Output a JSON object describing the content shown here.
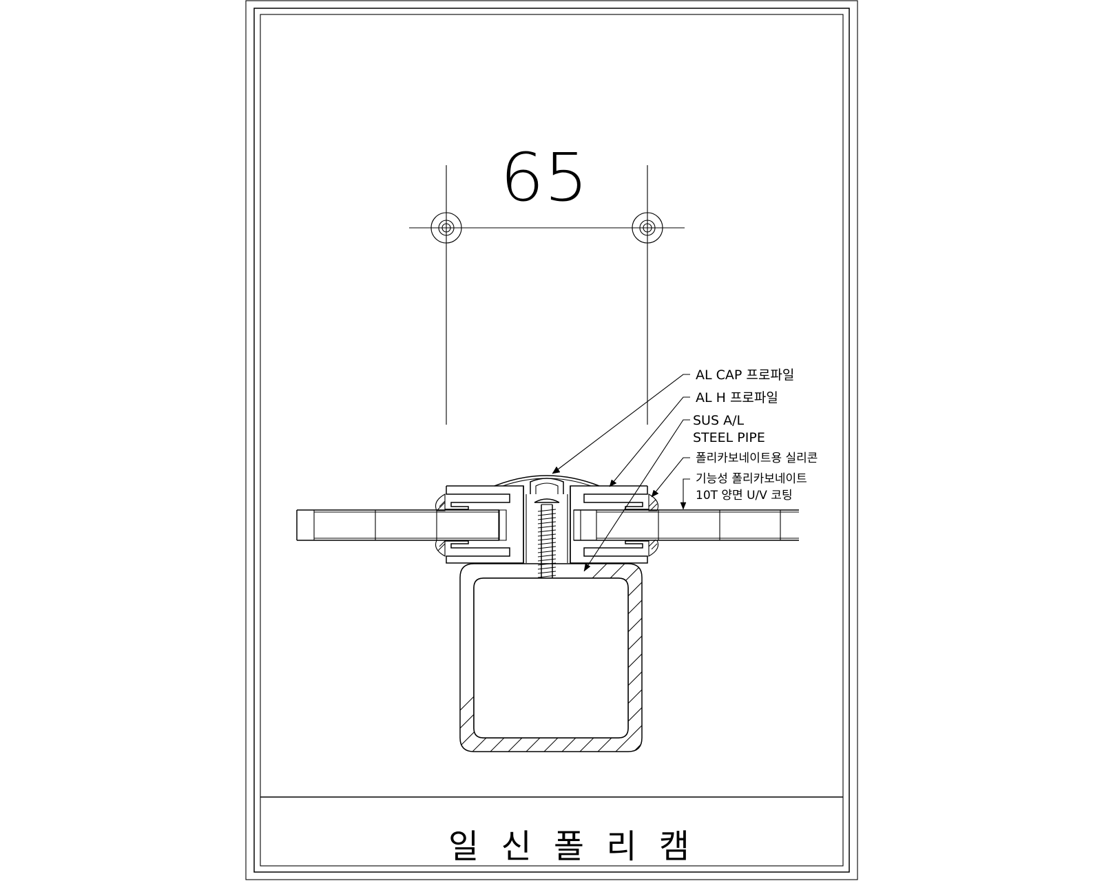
{
  "dimension": {
    "value": "65"
  },
  "callouts": [
    {
      "lines": [
        "AL CAP 프로파일"
      ]
    },
    {
      "lines": [
        "AL H 프로파일"
      ]
    },
    {
      "lines": [
        "SUS A/L",
        "STEEL PIPE"
      ]
    },
    {
      "lines": [
        "폴리카보네이트용 실리콘"
      ]
    },
    {
      "lines": [
        "기능성 폴리카보네이트",
        "10T 양면 U/V 코팅"
      ]
    }
  ],
  "title_block": {
    "company": "일신폴리캠"
  }
}
